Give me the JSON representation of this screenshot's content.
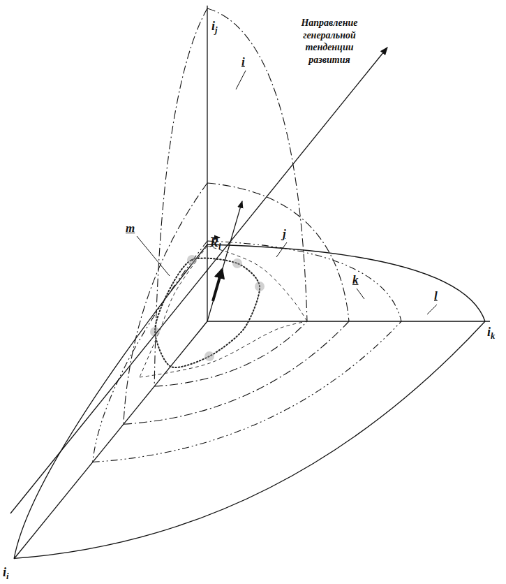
{
  "diagram": {
    "labels": [
      "ij",
      "Направление генеральной тенденции развития",
      "i",
      "j",
      "m",
      "Ri",
      "k",
      "l",
      "ik",
      "ii"
    ]
  }
}
